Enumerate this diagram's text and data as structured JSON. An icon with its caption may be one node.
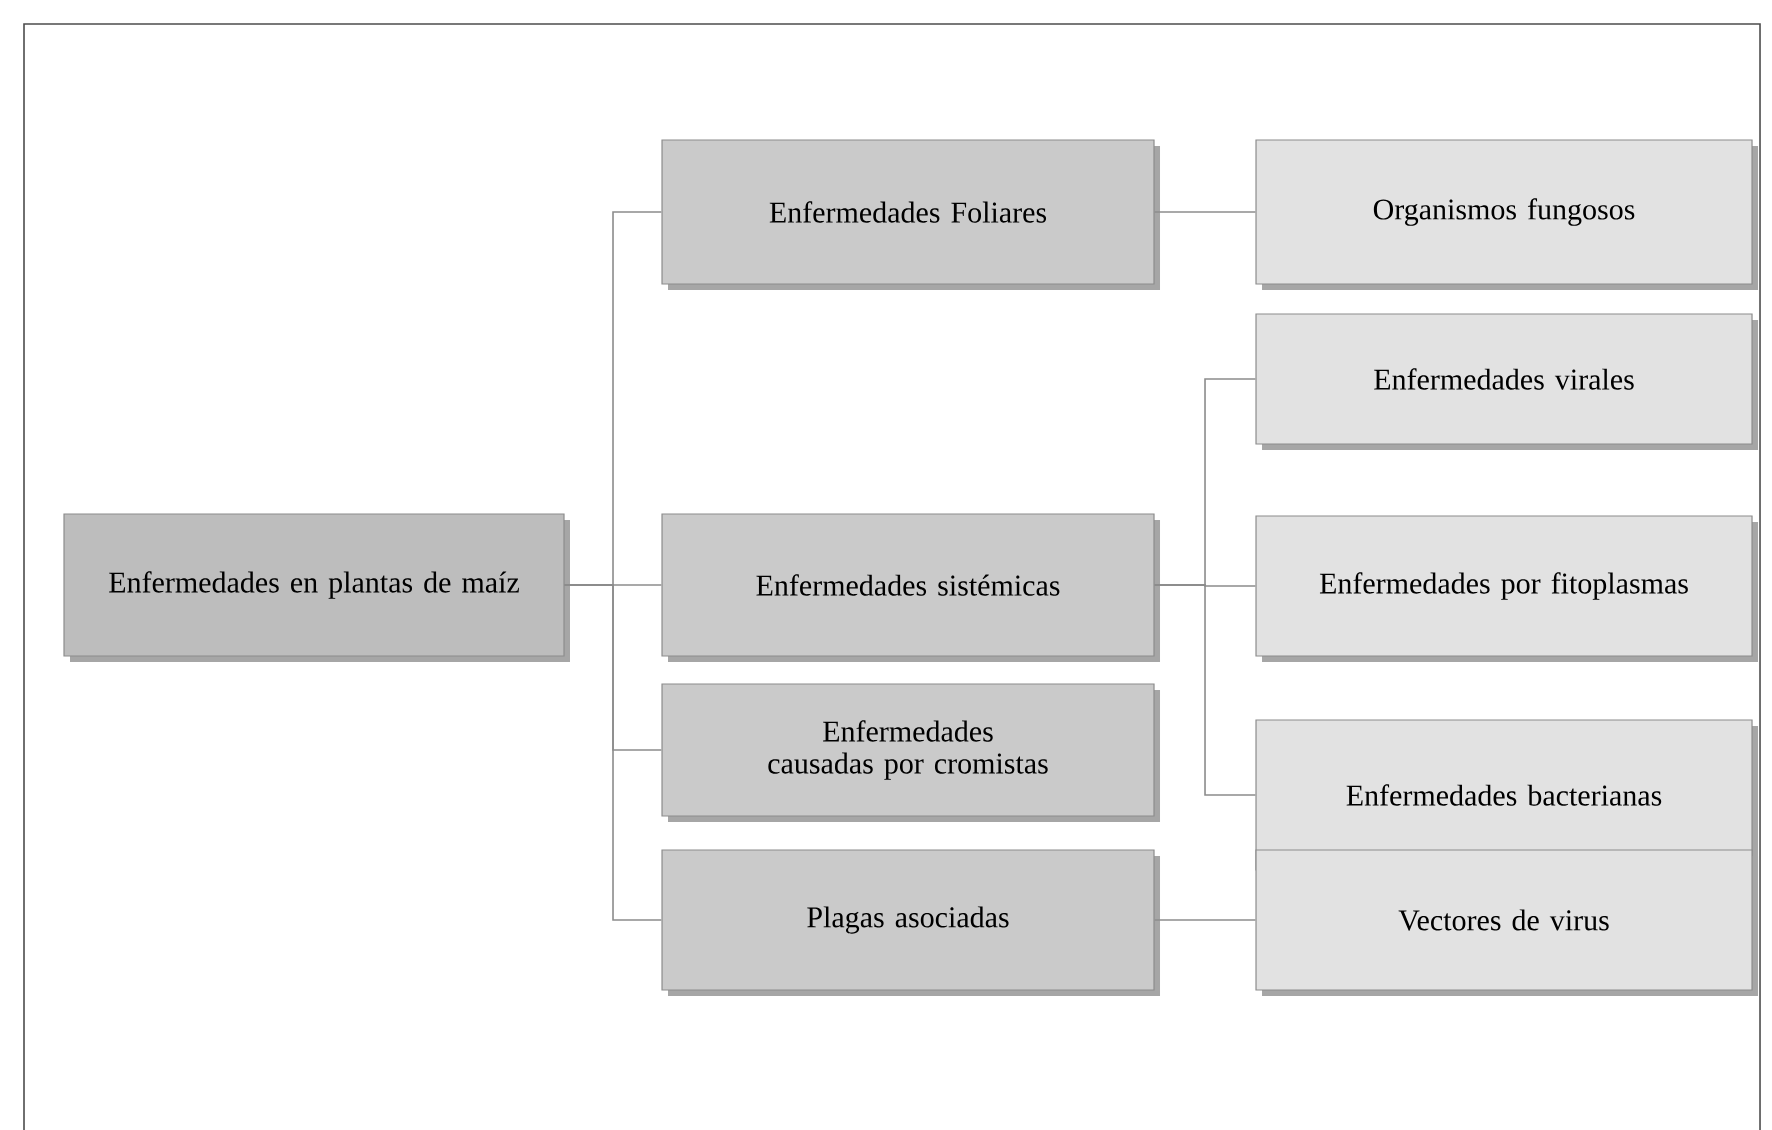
{
  "diagram": {
    "nodes": [
      {
        "text": [
          "Enfermedades en plantas de maíz"
        ]
      },
      {
        "text": [
          "Enfermedades Foliares"
        ]
      },
      {
        "text": [
          "Organismos fungosos"
        ]
      },
      {
        "text": [
          "Enfermedades sistémicas"
        ]
      },
      {
        "text": [
          "Enfermedades virales"
        ]
      },
      {
        "text": [
          "Enfermedades por fitoplasmas"
        ]
      },
      {
        "text": [
          "Enfermedades bacterianas"
        ]
      },
      {
        "text": [
          "Enfermedades causadas por cromistas"
        ]
      },
      {
        "text": [
          "Plagas asociadas"
        ]
      },
      {
        "text": [
          "Vectores de virus"
        ]
      }
    ],
    "edges": [
      {
        "from": 0,
        "to": 1,
        "arrow": "none"
      },
      {
        "from": 0,
        "to": 3,
        "arrow": "none"
      },
      {
        "from": 0,
        "to": 7,
        "arrow": "none"
      },
      {
        "from": 0,
        "to": 8,
        "arrow": "none"
      },
      {
        "from": 1,
        "to": 2,
        "arrow": "none"
      },
      {
        "from": 3,
        "to": 4,
        "arrow": "none"
      },
      {
        "from": 3,
        "to": 5,
        "arrow": "none"
      },
      {
        "from": 3,
        "to": 6,
        "arrow": "none"
      },
      {
        "from": 8,
        "to": 9,
        "arrow": "none"
      }
    ]
  }
}
